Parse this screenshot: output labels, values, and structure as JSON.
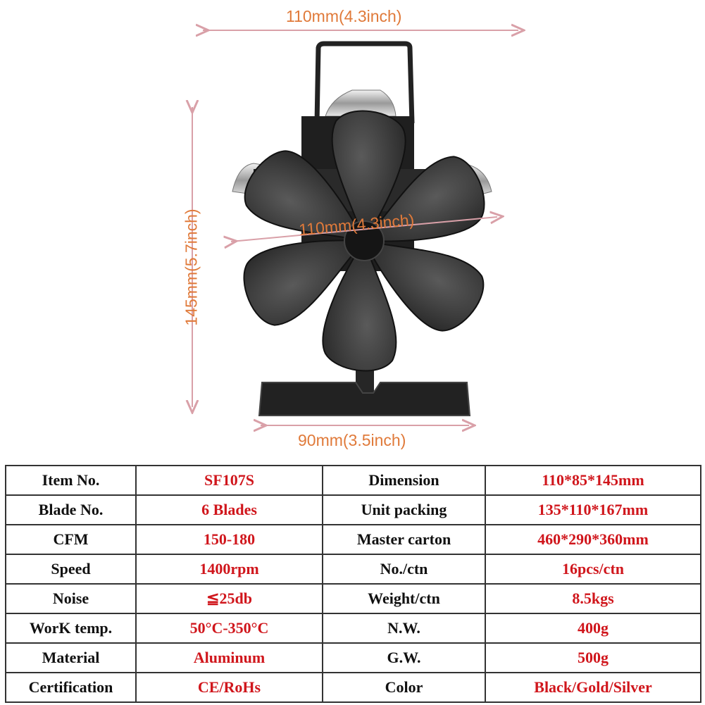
{
  "dimensions": {
    "width_label": "110mm(4.3inch)",
    "height_label": "145mm(5.7inch)",
    "base_label": "90mm(3.5inch)",
    "blade_span_label": "110mm(4.3inch)"
  },
  "colors": {
    "dimension_text": "#e07a3a",
    "dimension_arrow": "#d9a0a8",
    "value_text": "#d0161c",
    "fan_body": "#2b2b2b"
  },
  "spec_table": [
    {
      "label_a": "Item No.",
      "value_a": "SF107S",
      "label_b": "Dimension",
      "value_b": "110*85*145mm"
    },
    {
      "label_a": "Blade No.",
      "value_a": "6 Blades",
      "label_b": "Unit packing",
      "value_b": "135*110*167mm"
    },
    {
      "label_a": "CFM",
      "value_a": "150-180",
      "label_b": "Master carton",
      "value_b": "460*290*360mm"
    },
    {
      "label_a": "Speed",
      "value_a": "1400rpm",
      "label_b": "No./ctn",
      "value_b": "16pcs/ctn"
    },
    {
      "label_a": "Noise",
      "value_a": "≦25db",
      "label_b": "Weight/ctn",
      "value_b": "8.5kgs"
    },
    {
      "label_a": "WorK temp.",
      "value_a": "50°C-350°C",
      "label_b": "N.W.",
      "value_b": "400g"
    },
    {
      "label_a": "Material",
      "value_a": "Aluminum",
      "label_b": "G.W.",
      "value_b": "500g"
    },
    {
      "label_a": "Certification",
      "value_a": "CE/RoHs",
      "label_b": "Color",
      "value_b": "Black/Gold/Silver"
    }
  ]
}
